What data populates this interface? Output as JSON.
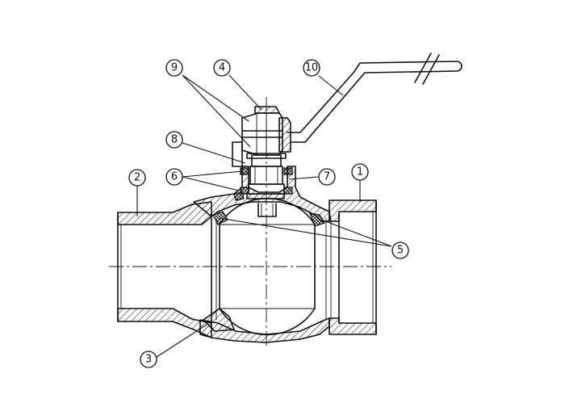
{
  "callouts": [
    {
      "id": "9",
      "label": "9"
    },
    {
      "id": "4",
      "label": "4"
    },
    {
      "id": "10",
      "label": "10"
    },
    {
      "id": "8",
      "label": "8"
    },
    {
      "id": "2",
      "label": "2"
    },
    {
      "id": "6",
      "label": "6"
    },
    {
      "id": "7",
      "label": "7"
    },
    {
      "id": "1",
      "label": "1"
    },
    {
      "id": "5",
      "label": "5"
    },
    {
      "id": "3",
      "label": "3"
    }
  ]
}
